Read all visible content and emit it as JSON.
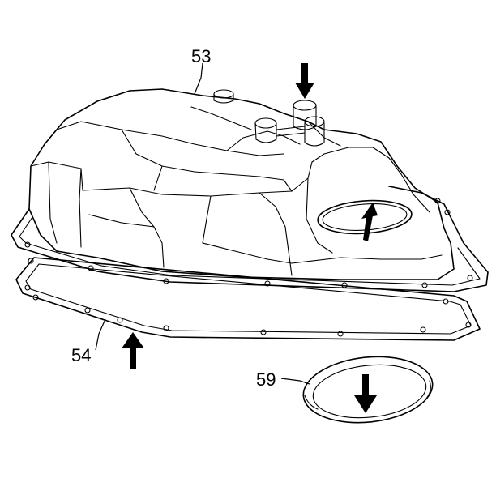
{
  "diagram": {
    "callouts": {
      "pan": "53",
      "gasket": "54",
      "seal_ring": "59"
    },
    "colors": {
      "line": "#000000",
      "background": "#ffffff"
    },
    "icons": [
      "arrow-down-icon",
      "arrow-up-icon"
    ]
  }
}
